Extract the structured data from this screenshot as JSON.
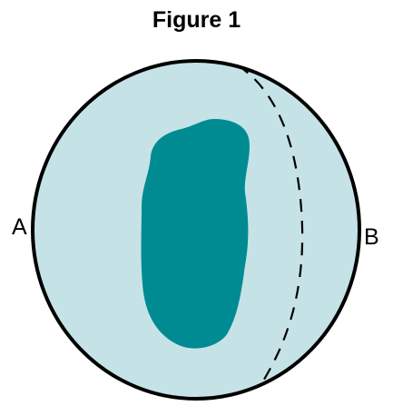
{
  "title": "Figure 1",
  "labels": {
    "left": "A",
    "right": "B"
  },
  "colors": {
    "cell_fill": "#c5e3e7",
    "nucleus_fill": "#008b92",
    "outline": "#000000",
    "background": "#ffffff"
  }
}
